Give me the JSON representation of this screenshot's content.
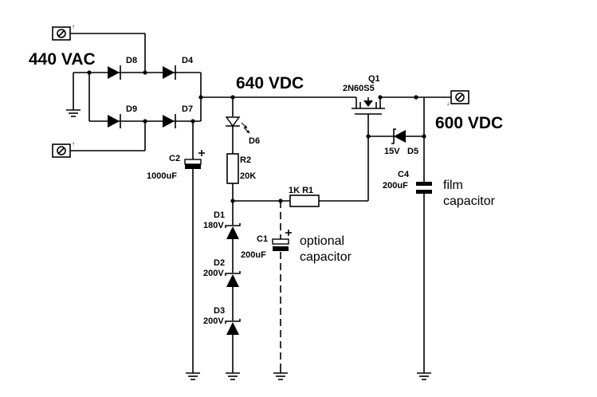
{
  "voltages": {
    "ac_input": "440 VAC",
    "dc_bus": "640 VDC",
    "dc_output": "600 VDC"
  },
  "components": {
    "d8": "D8",
    "d4": "D4",
    "d9": "D9",
    "d7": "D7",
    "d6": "D6",
    "q1_ref": "Q1",
    "q1_part": "2N60S5",
    "d5_ref": "D5",
    "d5_value": "15V",
    "c2_ref": "C2",
    "c2_value": "1000uF",
    "r2_ref": "R2",
    "r2_value": "20K",
    "r1_label": "1K R1",
    "d1_ref": "D1",
    "d1_value": "180V",
    "c1_ref": "C1",
    "c1_value": "200uF",
    "d2_ref": "D2",
    "d2_value": "200V",
    "d3_ref": "D3",
    "d3_value": "200V",
    "c4_ref": "C4",
    "c4_value": "200uF"
  },
  "notes": {
    "film_line1": "film",
    "film_line2": "capacitor",
    "optional_line1": "optional",
    "optional_line2": "capacitor"
  }
}
